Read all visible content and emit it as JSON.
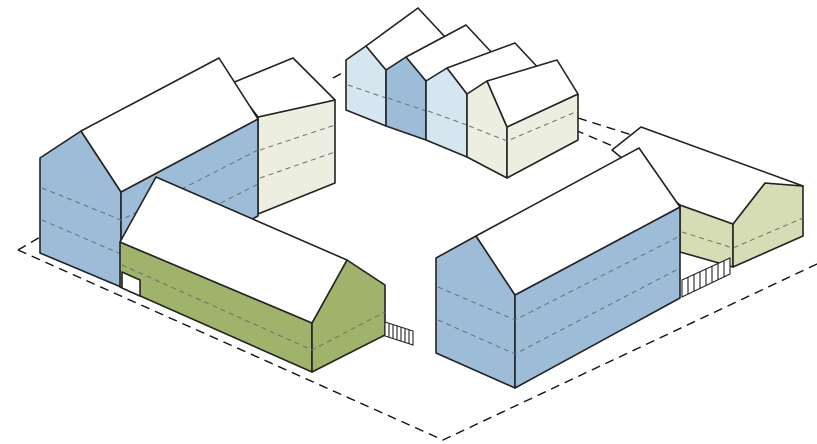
{
  "diagram": {
    "kind": "isometric-massing-model",
    "colors": {
      "background": "#ffffff",
      "outline": "#222222",
      "roof": "#ffffff",
      "blue": "#9dbcd8",
      "pale_blue": "#d6e6f1",
      "cream": "#eceee0",
      "olive": "#9fb36a",
      "sage": "#d6ddb5",
      "plot_line": "#111111",
      "floor_line": "#6e6e6e"
    },
    "elements": [
      "plot-boundary",
      "terraced-houses",
      "northwest-block",
      "southwest-block",
      "southeast-block",
      "east-block"
    ],
    "text": []
  }
}
